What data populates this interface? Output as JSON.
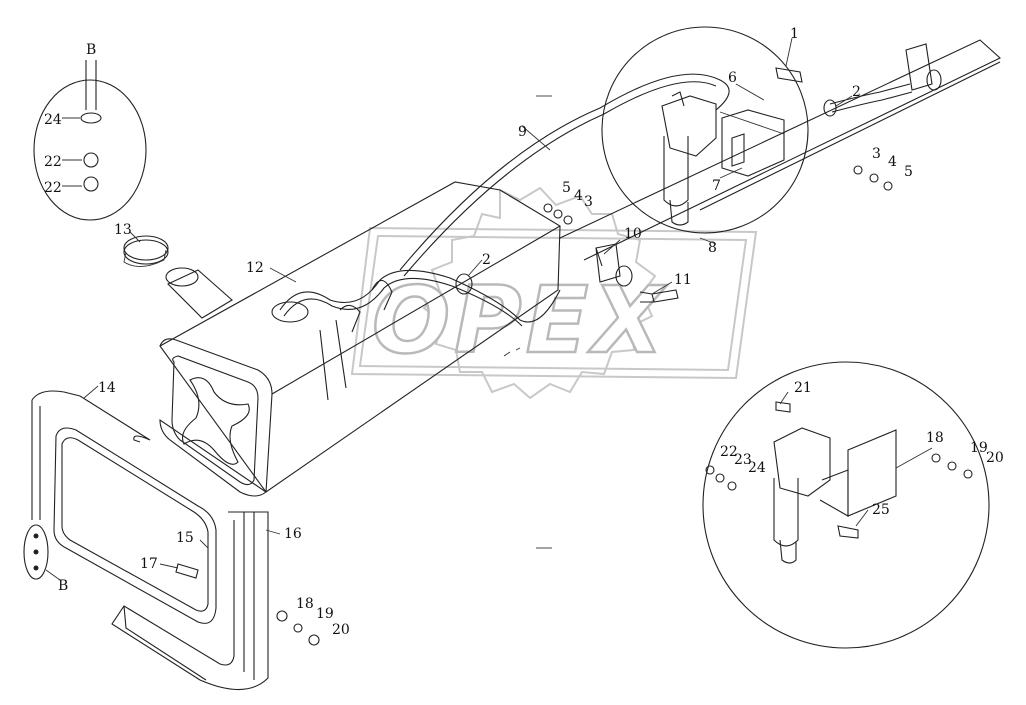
{
  "diagram": {
    "watermark": "OPEX",
    "callouts": [
      {
        "id": "c1",
        "text": "1"
      },
      {
        "id": "c2a",
        "text": "2"
      },
      {
        "id": "c3a",
        "text": "3"
      },
      {
        "id": "c4a",
        "text": "4"
      },
      {
        "id": "c5a",
        "text": "5"
      },
      {
        "id": "c6",
        "text": "6"
      },
      {
        "id": "c7",
        "text": "7"
      },
      {
        "id": "c8",
        "text": "8"
      },
      {
        "id": "c9",
        "text": "9"
      },
      {
        "id": "c10",
        "text": "10"
      },
      {
        "id": "c11",
        "text": "11"
      },
      {
        "id": "c12",
        "text": "12"
      },
      {
        "id": "c13",
        "text": "13"
      },
      {
        "id": "c14",
        "text": "14"
      },
      {
        "id": "c15",
        "text": "15"
      },
      {
        "id": "c16",
        "text": "16"
      },
      {
        "id": "c17",
        "text": "17"
      },
      {
        "id": "c18a",
        "text": "18"
      },
      {
        "id": "c19a",
        "text": "19"
      },
      {
        "id": "c20a",
        "text": "20"
      },
      {
        "id": "c21",
        "text": "21"
      },
      {
        "id": "c22a",
        "text": "22"
      },
      {
        "id": "c23",
        "text": "23"
      },
      {
        "id": "c24a",
        "text": "24"
      },
      {
        "id": "c25",
        "text": "25"
      },
      {
        "id": "c5b",
        "text": "5"
      },
      {
        "id": "c4b",
        "text": "4"
      },
      {
        "id": "c3b",
        "text": "3"
      },
      {
        "id": "c2b",
        "text": "2"
      },
      {
        "id": "c18b",
        "text": "18"
      },
      {
        "id": "c19b",
        "text": "19"
      },
      {
        "id": "c20b",
        "text": "20"
      },
      {
        "id": "c24b",
        "text": "24"
      },
      {
        "id": "c22b",
        "text": "22"
      },
      {
        "id": "c22c",
        "text": "22"
      },
      {
        "id": "cBt",
        "text": "B"
      },
      {
        "id": "cBb",
        "text": "B"
      }
    ]
  }
}
